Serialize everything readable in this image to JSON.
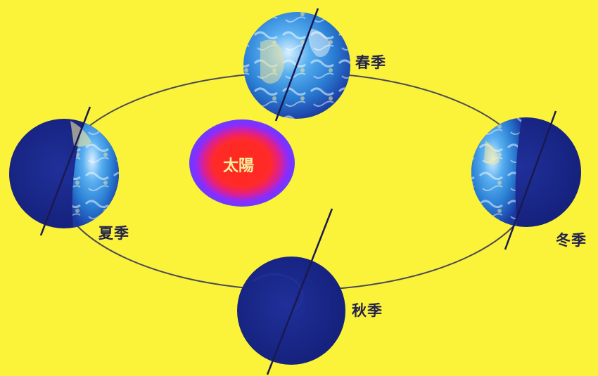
{
  "sun": {
    "label": "太陽"
  },
  "seasons": {
    "spring": {
      "label": "春季"
    },
    "summer": {
      "label": "夏季"
    },
    "autumn": {
      "label": "秋季"
    },
    "winter": {
      "label": "冬季"
    }
  },
  "colors": {
    "background": "#fbf23a",
    "orbit": "#4a4a55",
    "sun_core": "#ff2a1a",
    "sun_halo": "#8a2cff",
    "earth_night": "#1a2a8c",
    "earth_ocean": "#2a7fd4",
    "earth_land": "#e8f0c0",
    "axis": "#1a1a50"
  }
}
